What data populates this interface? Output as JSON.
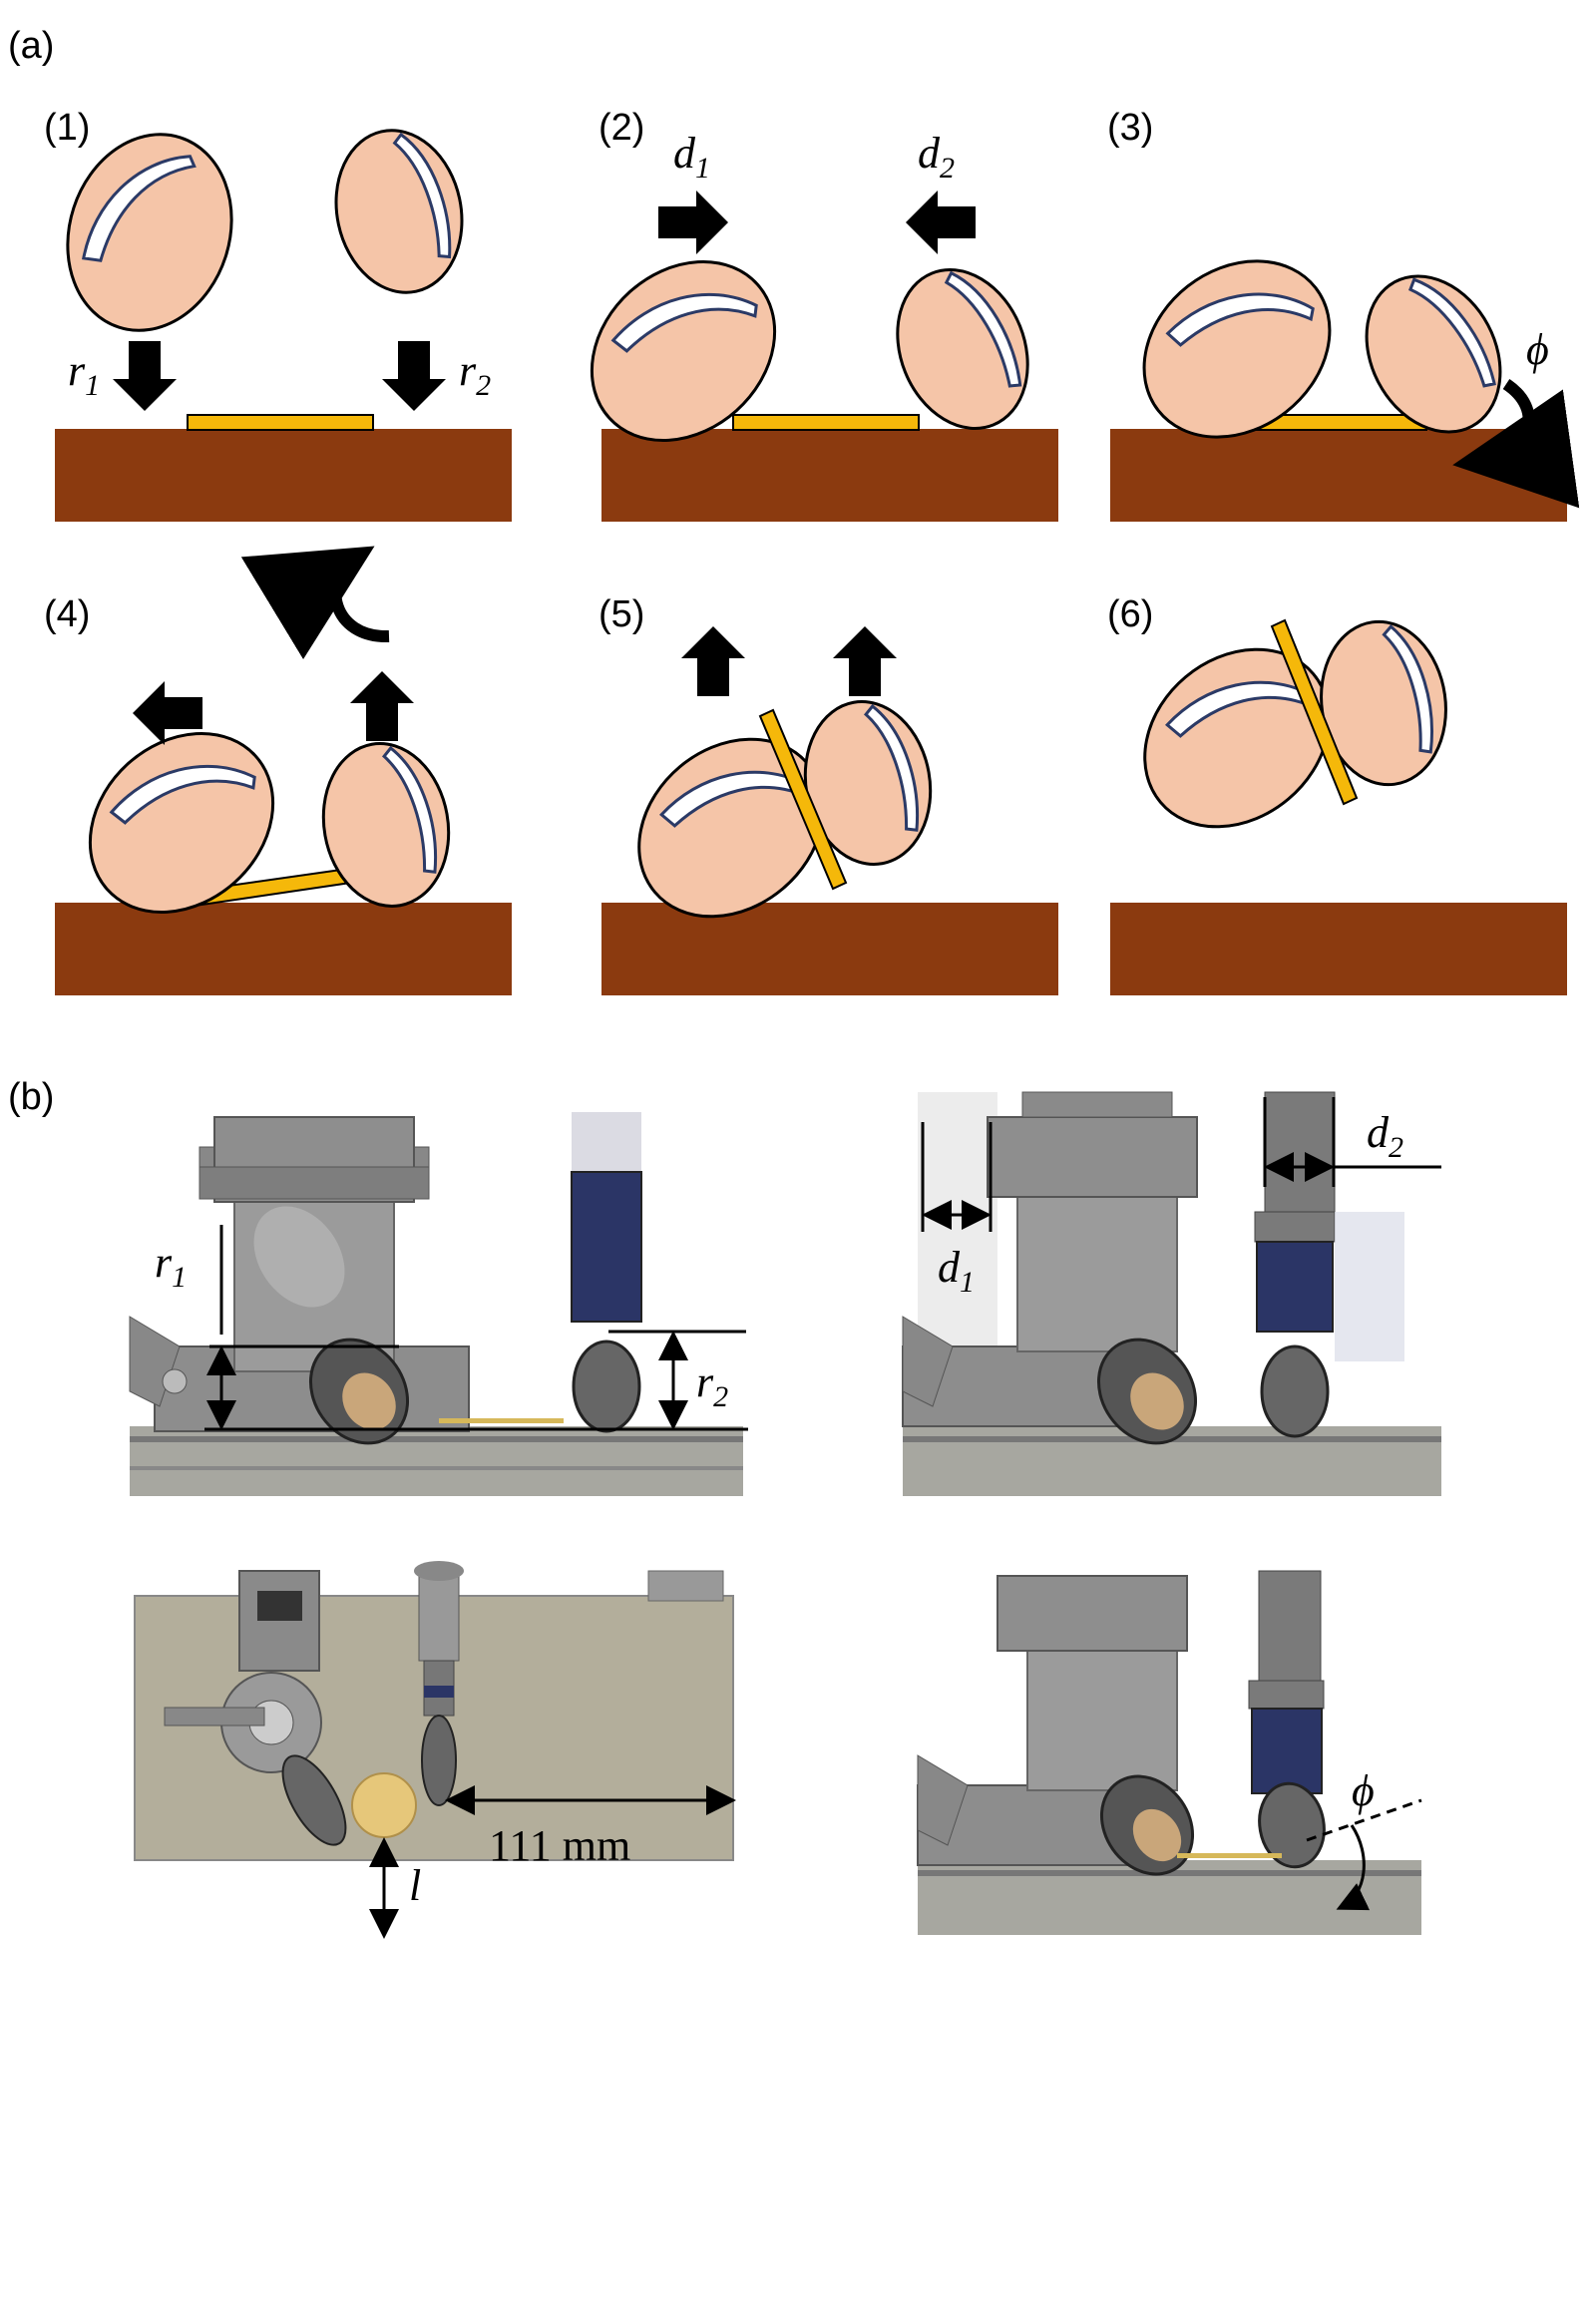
{
  "figure": {
    "part_a_label": "(a)",
    "part_b_label": "(b)",
    "steps": [
      "(1)",
      "(2)",
      "(3)",
      "(4)",
      "(5)",
      "(6)"
    ]
  },
  "symbols": {
    "r1": "r",
    "r1_sub": "1",
    "r2": "r",
    "r2_sub": "2",
    "d1": "d",
    "d1_sub": "1",
    "d2": "d",
    "d2_sub": "2",
    "phi": "ϕ",
    "l": "l"
  },
  "measurement": "111  mm",
  "colors": {
    "fingertip": "#f5c5a8",
    "nail": "#ffffff",
    "table": "#8b3a0f",
    "plate": "#f5b80a",
    "gray_table": "#b3ae9b",
    "coin": "#e6c77a",
    "sensor_blue": "#2b3566"
  }
}
